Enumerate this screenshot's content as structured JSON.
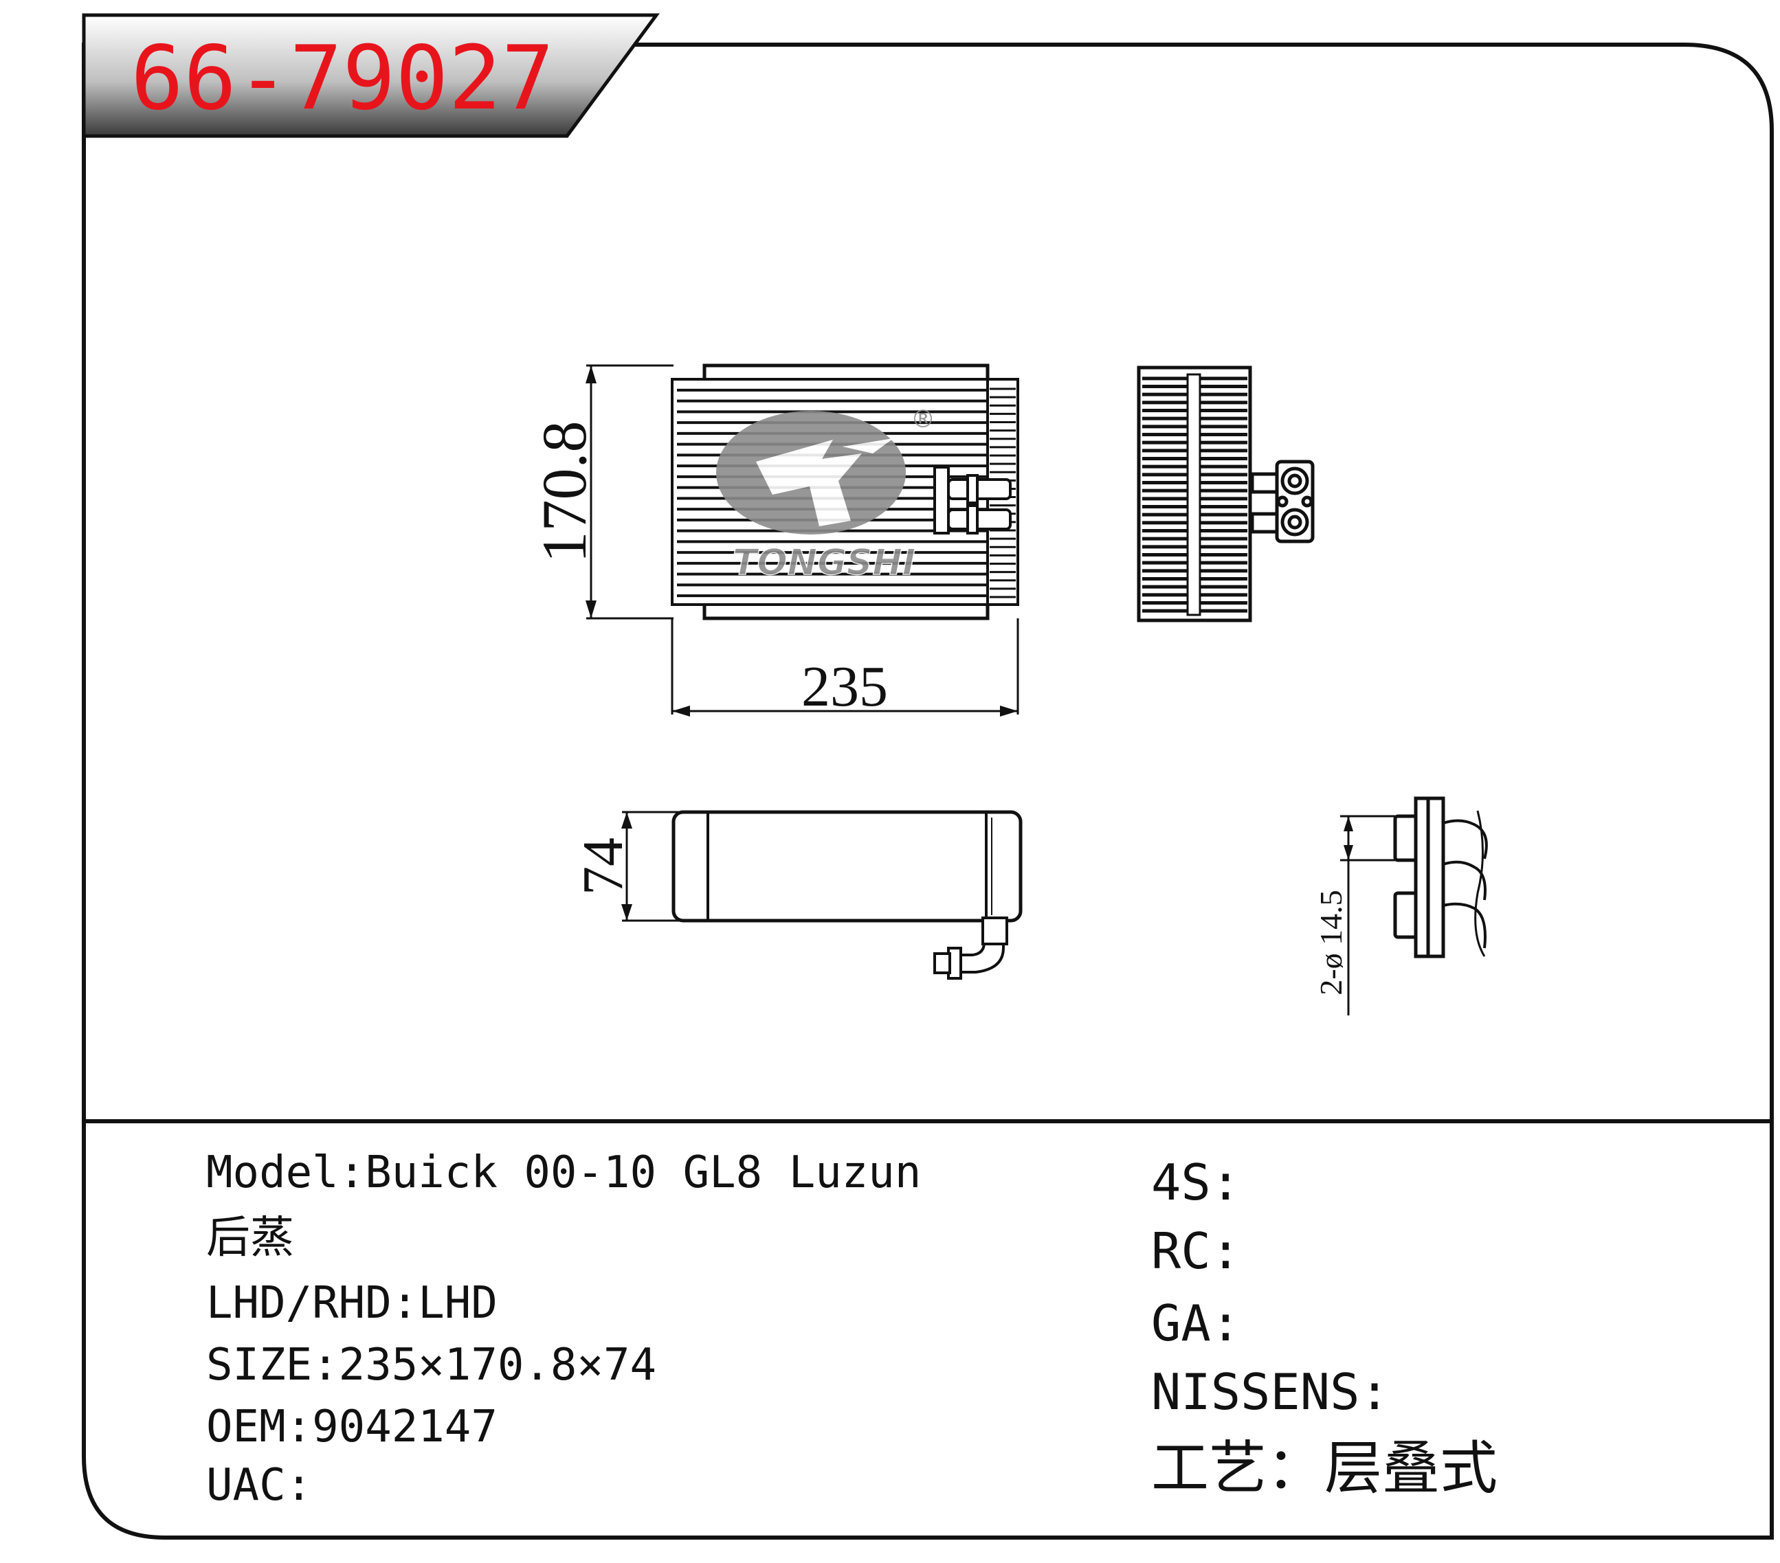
{
  "title_block": {
    "part_number": "66-79027"
  },
  "colors": {
    "title_red": "#e8141c",
    "line": "#111111",
    "watermark": "#8c8c8c"
  },
  "dimensions": {
    "height_front": "170.8",
    "width_front": "235",
    "depth_side": "74",
    "pipe_spec": "2-ø 14.5"
  },
  "watermark": {
    "brand": "TONGSHI",
    "registered": "®"
  },
  "specs_left": [
    "Model:Buick 00-10 GL8 Luzun",
    "后蒸",
    "LHD/RHD:LHD",
    "SIZE:235×170.8×74",
    "OEM:9042147",
    "UAC:"
  ],
  "specs_right": [
    "4S:",
    "RC:",
    "GA:",
    "NISSENS:",
    "工艺：层叠式"
  ]
}
